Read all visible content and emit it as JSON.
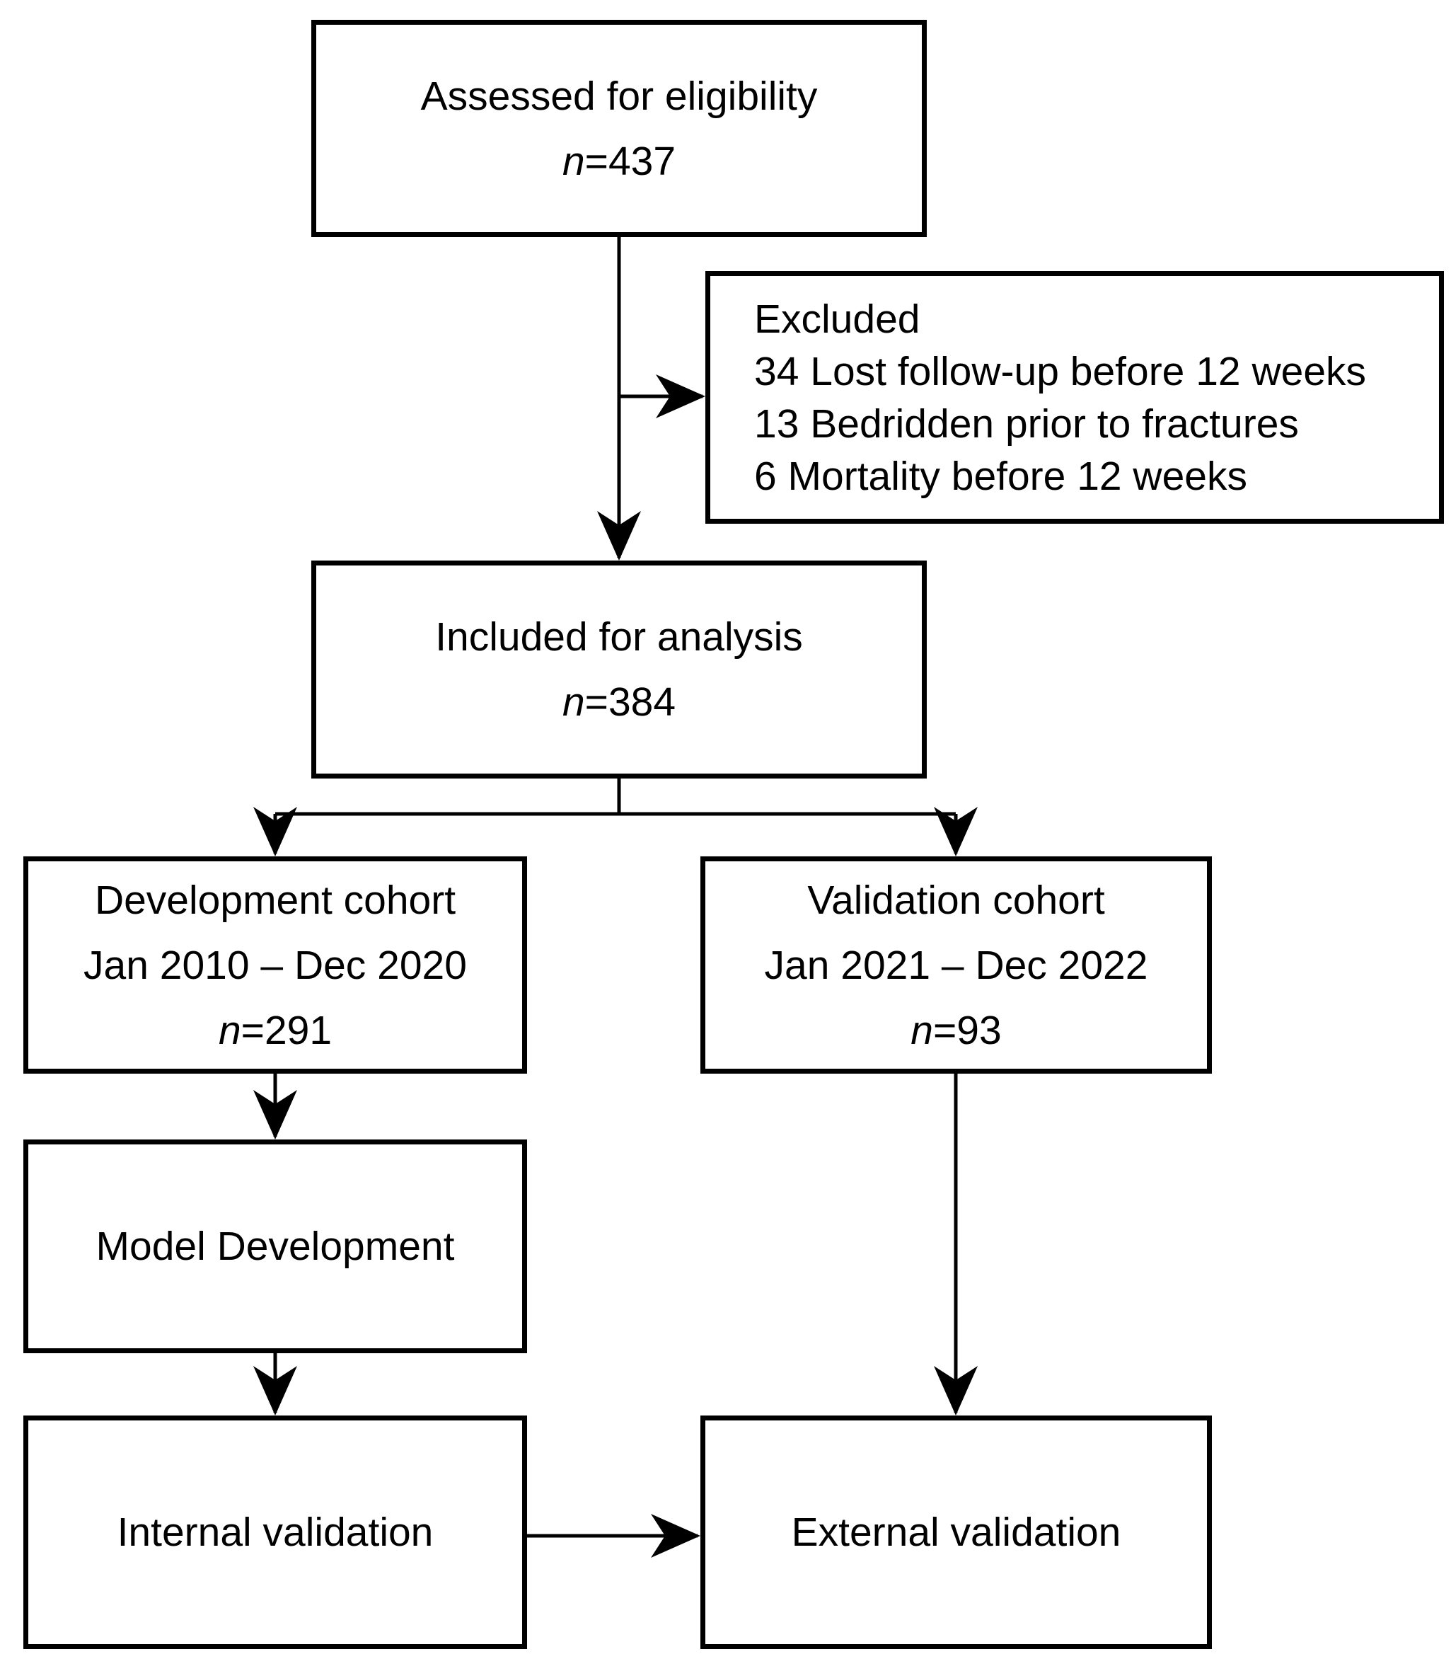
{
  "diagram": {
    "kind": "study-flow-diagram",
    "colors": {
      "background": "#ffffff",
      "box_fill": "#ffffff",
      "box_border": "#000000",
      "text": "#000000",
      "arrow": "#000000"
    },
    "boxes": {
      "assessed": {
        "line1": "Assessed for eligibility",
        "n": "n=437"
      },
      "excluded": {
        "title": "Excluded",
        "items": [
          "34 Lost follow-up before 12 weeks",
          "13 Bedridden prior to fractures",
          "6 Mortality before 12 weeks"
        ]
      },
      "included": {
        "line1": "Included for analysis",
        "n": "n=384"
      },
      "development": {
        "line1": "Development cohort",
        "line2": "Jan 2010 – Dec 2020",
        "n": "n=291"
      },
      "validation": {
        "line1": "Validation cohort",
        "line2": "Jan 2021 – Dec 2022",
        "n": "n=93"
      },
      "model": {
        "line1": "Model Development"
      },
      "internal": {
        "line1": "Internal validation"
      },
      "external": {
        "line1": "External validation"
      }
    }
  }
}
